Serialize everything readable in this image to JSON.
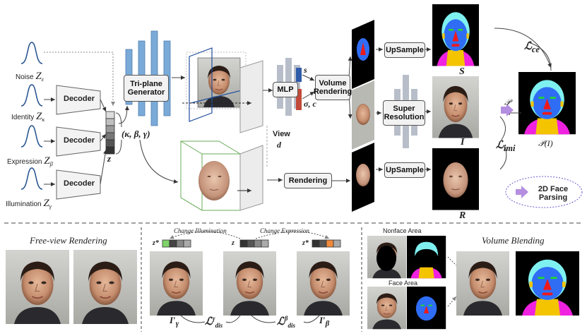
{
  "top": {
    "noise": {
      "label": "Noise",
      "sym": "Z",
      "sub": "ε"
    },
    "identity": {
      "label": "Identity",
      "sym": "Z",
      "sub": "κ"
    },
    "expression": {
      "label": "Expression",
      "sym": "Z",
      "sub": "β"
    },
    "illumination": {
      "label": "Illumination",
      "sym": "Z",
      "sub": "γ"
    },
    "decoder": "Decoder",
    "z": "z",
    "params": "(κ, β, γ)",
    "triplane": "Tri-plane Generator",
    "mlp": "MLP",
    "s": "s",
    "sigma_c": "σ, c",
    "volume": "Volume Rendering",
    "rendering": "Rendering",
    "view": "View",
    "d": "d",
    "upsample1": "UpSample",
    "super_res": "Super Resolution",
    "upsample2": "UpSample",
    "S": "S",
    "I": "I",
    "R": "R",
    "L_ce": "ℒ",
    "L_ce_sub": "ce",
    "L_imi": "ℒ",
    "L_imi_sub": "imi",
    "P": "𝒫",
    "P_of_I": "𝒫(I)",
    "face_parsing": "2D Face Parsing"
  },
  "bottom": {
    "free_view": "Free-view Rendering",
    "change_illum": "Change  Illumination",
    "change_expr": "Change  Expression",
    "z_star_left": "z*",
    "z_mid": "z",
    "z_star_right": "z*",
    "I_gamma": "I′",
    "I_gamma_sub": "γ",
    "L_dis_g": "ℒ",
    "L_dis_g_sup": "γ",
    "L_dis_g_sub": "dis",
    "L_dis_b": "ℒ",
    "L_dis_b_sup": "β",
    "L_dis_b_sub": "dis",
    "I_beta": "I′",
    "I_beta_sub": "β",
    "nonface": "Nonface Area",
    "face_area": "Face Area",
    "volume_blending": "Volume Blending"
  },
  "colors": {
    "blue_panel": "#7aaad8",
    "gray_panel": "#b8bec9",
    "parse_blue": "#2f6df5",
    "parse_cyan": "#7ff0f0",
    "parse_magenta": "#f022e0",
    "parse_red": "#ee1a1a",
    "parse_yellow": "#f4c400",
    "parse_green": "#22dd22",
    "latent_green": "#7fd36a",
    "latent_orange": "#f08a3a",
    "face_arrow": "#b48ee0"
  }
}
